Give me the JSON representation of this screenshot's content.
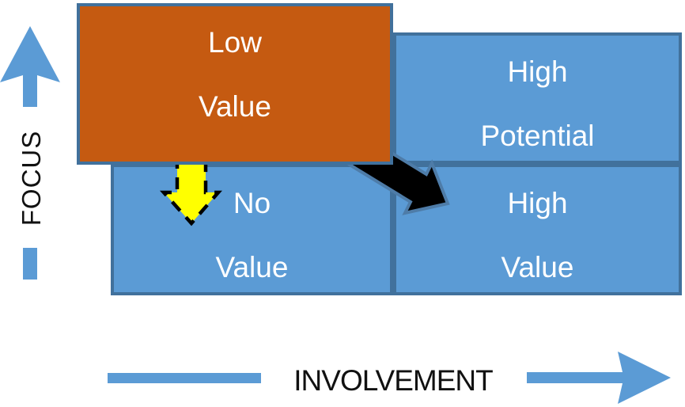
{
  "axes": {
    "y_label": "FOCUS",
    "x_label": "INVOLVEMENT"
  },
  "quadrants": {
    "low_value": {
      "line1": "Low",
      "line2": "Value"
    },
    "high_potential": {
      "line1": "High",
      "line2": "Potential"
    },
    "no_value": {
      "line1": "No",
      "line2": "Value"
    },
    "high_value": {
      "line1": "High",
      "line2": "Value"
    }
  },
  "arrows": {
    "yellow_down_arrow": "from Low Value down to No Value",
    "black_diagonal_arrow": "from Low Value down-right to High Value",
    "focus_axis_arrow": "vertical axis arrow pointing up",
    "involvement_axis_arrow": "horizontal axis arrow pointing right"
  },
  "colors": {
    "quadrant_blue": "#5B9BD5",
    "border_dark_blue": "#41719C",
    "overlay_orange": "#C55A11",
    "axis_blue": "#5B9BD5",
    "highlight_yellow": "#FFFF00",
    "flow_black": "#000000",
    "black_arrow_outline": "#4E7CA8",
    "label_text": "#111111",
    "quadrant_text": "#FFFFFF"
  }
}
